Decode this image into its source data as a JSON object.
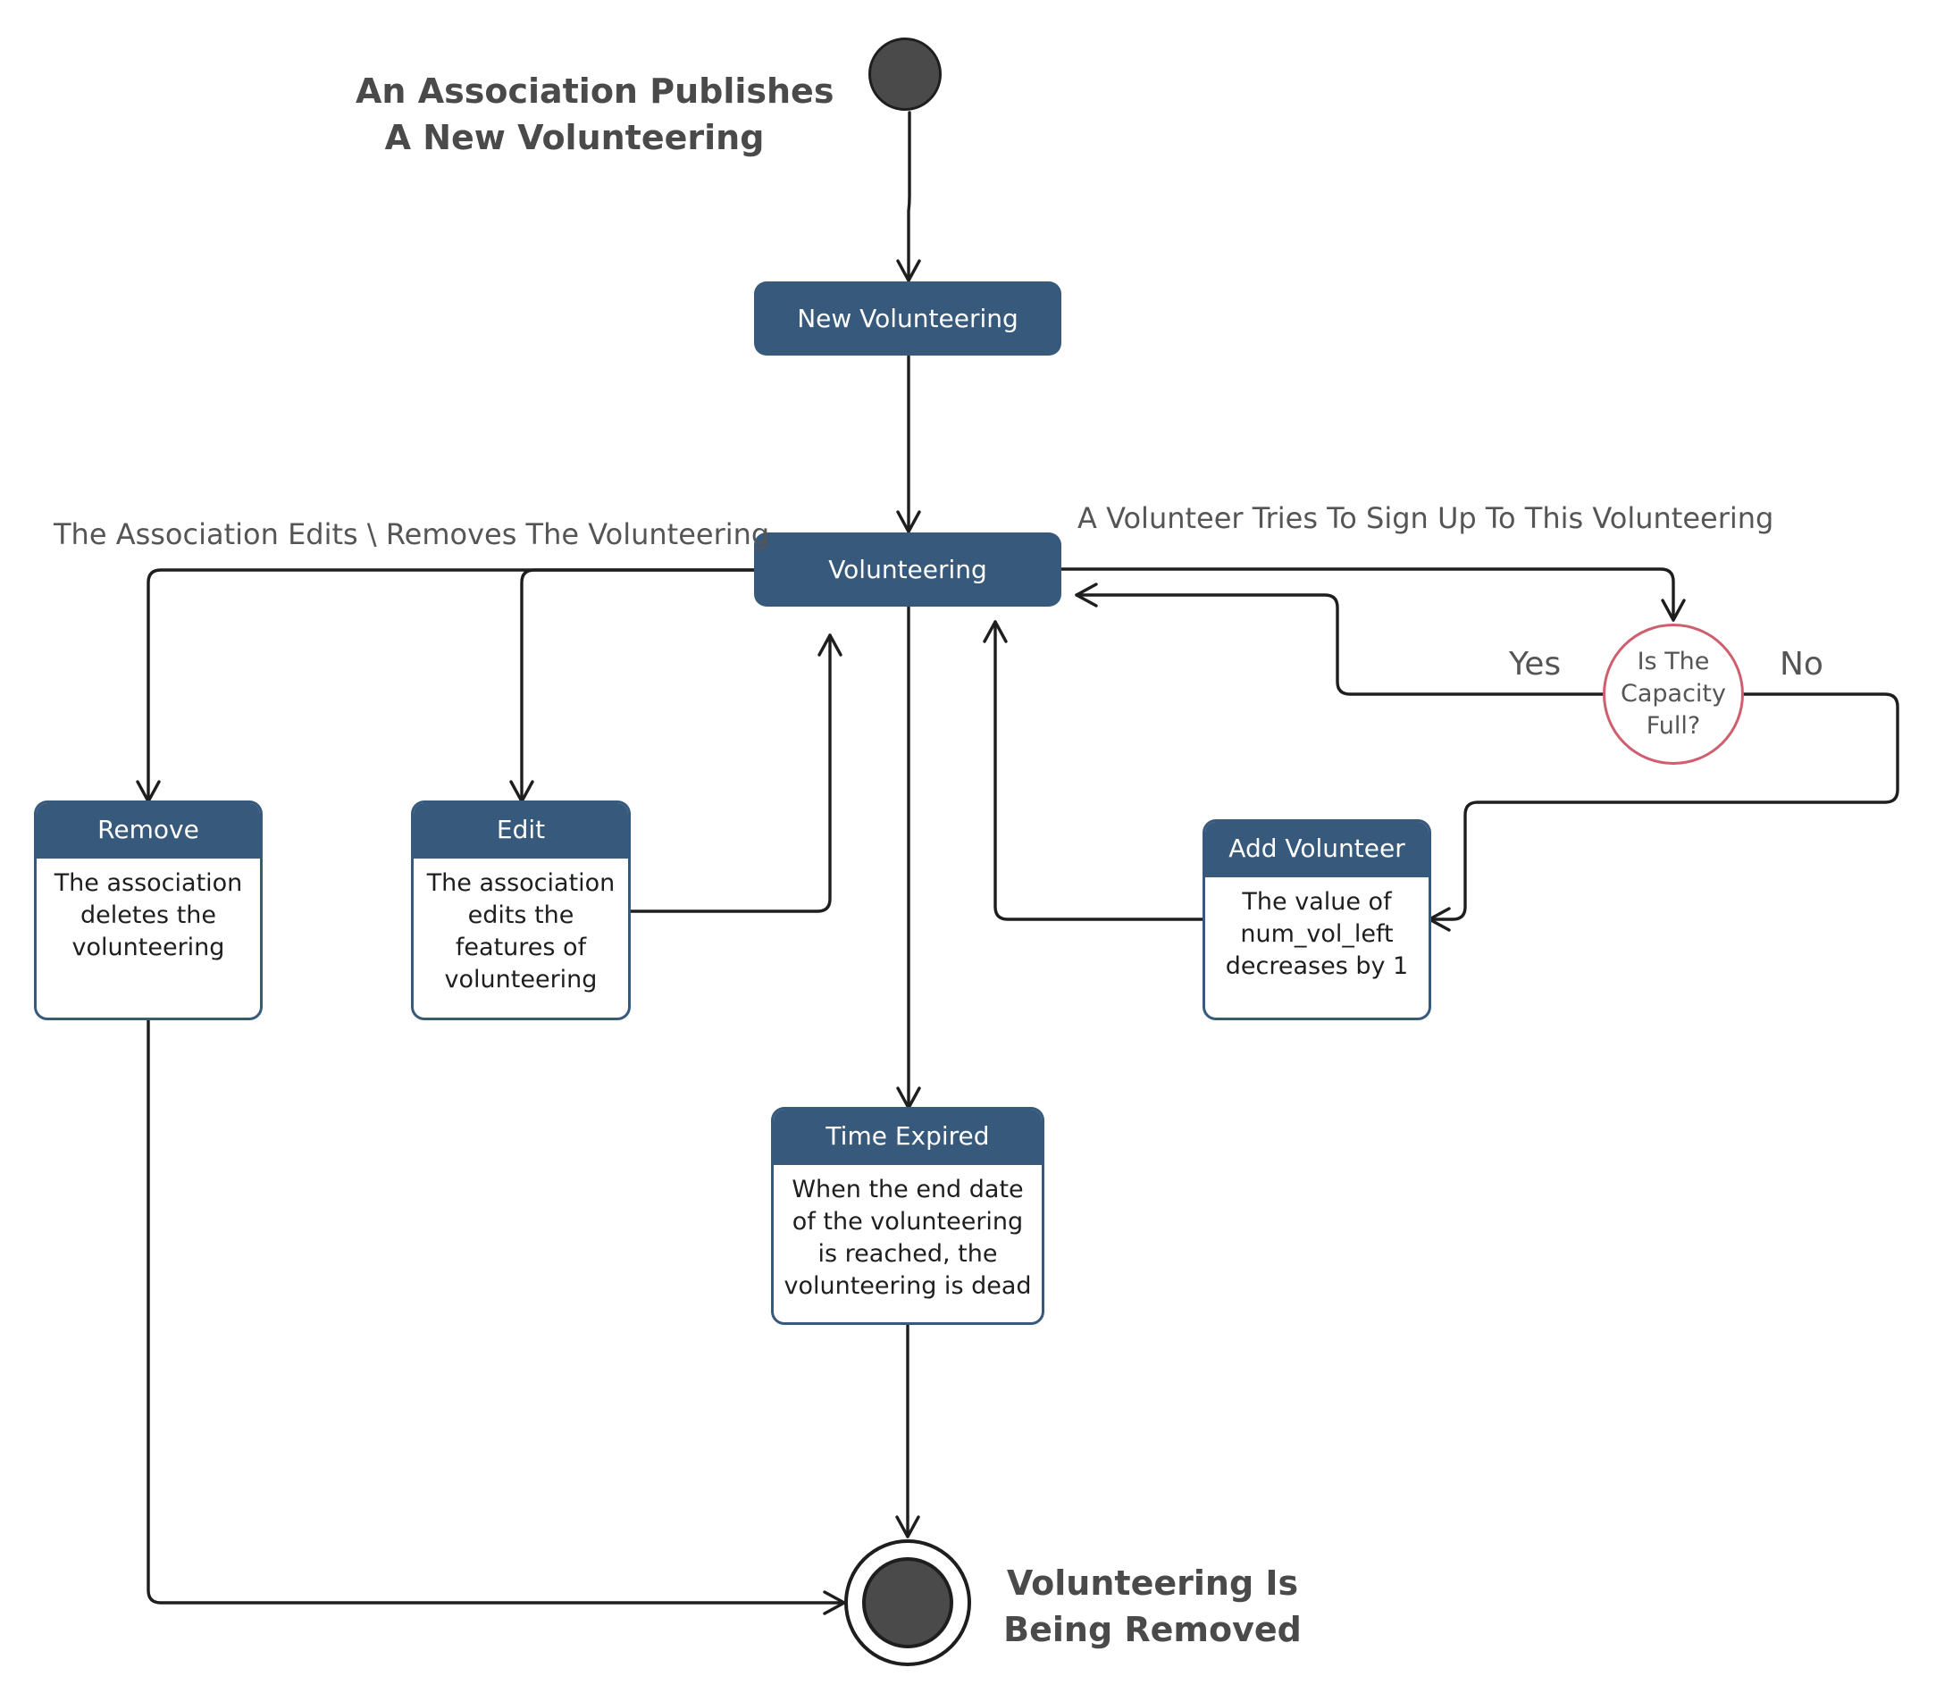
{
  "start_note": [
    "An Association Publishes",
    "A New Volunteering"
  ],
  "end_note": [
    "Volunteering Is",
    "Being Removed"
  ],
  "states": {
    "new_volunteering": "New Volunteering",
    "volunteering": "Volunteering"
  },
  "cards": {
    "remove": {
      "title": "Remove",
      "body": [
        "The association",
        "deletes the",
        "volunteering"
      ]
    },
    "edit": {
      "title": "Edit",
      "body": [
        "The association",
        "edits the",
        "features of",
        "volunteering"
      ]
    },
    "add_volunteer": {
      "title": "Add Volunteer",
      "body": [
        "The value of",
        "num_vol_left",
        "decreases by 1"
      ]
    },
    "time_expired": {
      "title": "Time Expired",
      "body": [
        "When the end date",
        "of the volunteering",
        "is reached, the",
        "volunteering is dead"
      ]
    }
  },
  "decision": {
    "lines": [
      "Is The",
      "Capacity",
      "Full?"
    ]
  },
  "transitions": {
    "association_edits": "The Association Edits \\ Removes The Volunteering",
    "volunteer_signup": "A Volunteer Tries To Sign Up To This Volunteering",
    "yes": "Yes",
    "no": "No"
  },
  "colors": {
    "state_fill": "#36597c",
    "decision_stroke": "#cf5f6e",
    "node_fill": "#4a4a4a",
    "line": "#1e1e1e"
  }
}
